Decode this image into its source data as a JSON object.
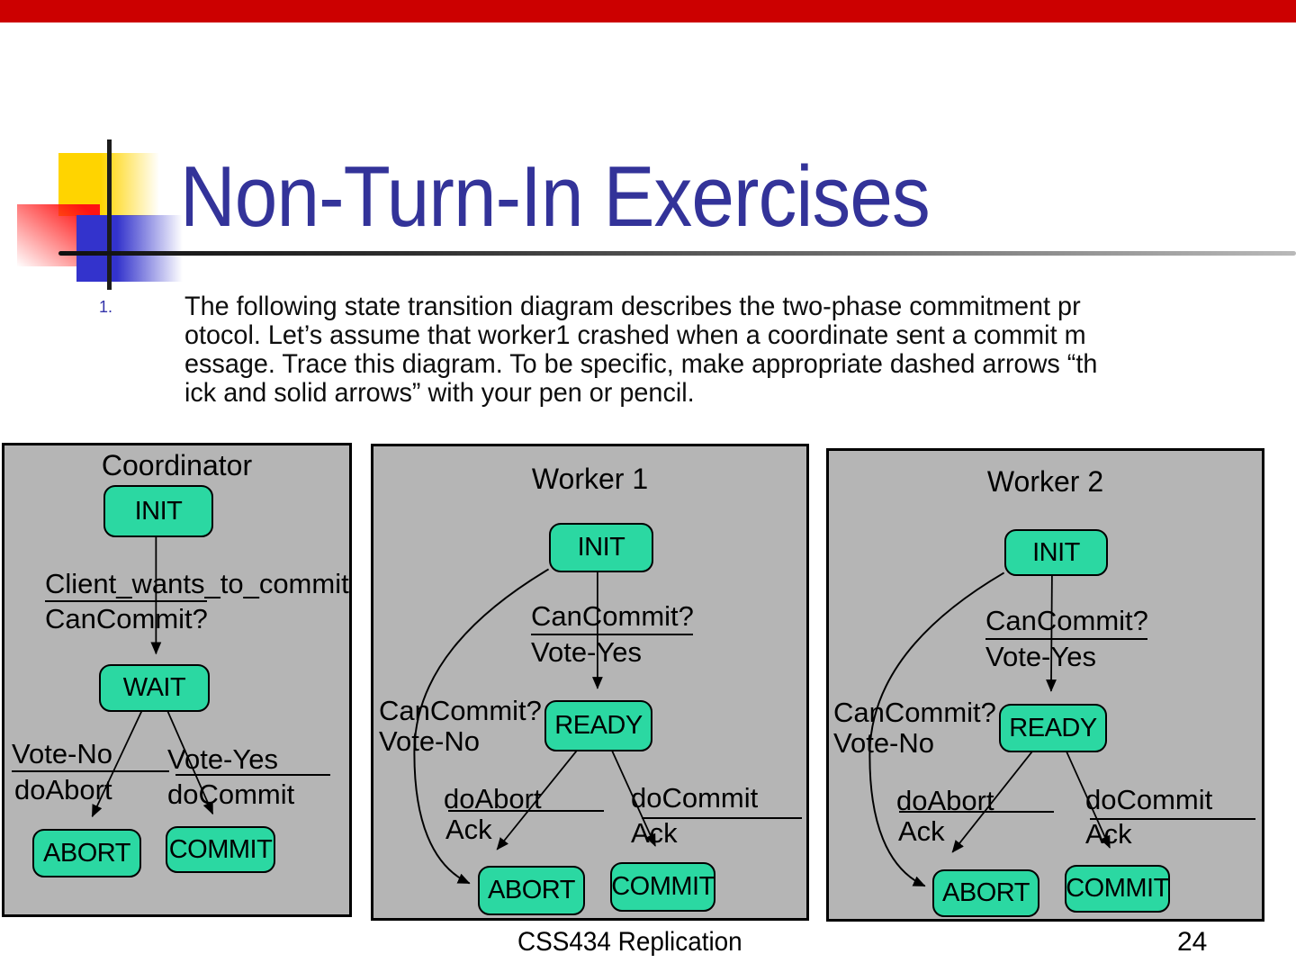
{
  "slide": {
    "title": "Non-Turn-In Exercises",
    "bullet": {
      "number": "1.",
      "lines": [
        "The following state transition diagram describes the two-phase commitment pr",
        "otocol. Let’s assume that worker1 crashed when a coordinate sent a commit m",
        "essage. Trace this diagram. To be specific, make appropriate dashed arrows “th",
        "ick and solid arrows” with your pen or pencil."
      ]
    },
    "footer": {
      "course": "CSS434 Replication",
      "page_number": "24"
    }
  },
  "colors": {
    "top_bar": "#cc0000",
    "title_text": "#333399",
    "state_fill": "#2bd8a2",
    "panel_fill": "#b5b5b5",
    "outline": "#000000",
    "square_yellow": "#ffd400",
    "square_red": "#ff1212",
    "square_blue": "#3333cc"
  },
  "diagrams": [
    {
      "title": "Coordinator",
      "states": {
        "top": "INIT",
        "middle": "WAIT",
        "bottom_left": "ABORT",
        "bottom_right": "COMMIT"
      },
      "labels": {
        "entry_event": "Client_wants_to_commit",
        "entry_action": "CanCommit?",
        "left_event": "Vote-No",
        "left_action": "doAbort",
        "right_event": "Vote-Yes",
        "right_action": "doCommit"
      }
    },
    {
      "title": "Worker 1",
      "states": {
        "top": "INIT",
        "middle": "READY",
        "bottom_left": "ABORT",
        "bottom_right": "COMMIT"
      },
      "labels": {
        "entry_event": "CanCommit?",
        "entry_action": "Vote-Yes",
        "crash_event": "CanCommit?",
        "crash_action": "Vote-No",
        "left_event": "doAbort",
        "left_action": "Ack",
        "right_event": "doCommit",
        "right_action": "Ack"
      }
    },
    {
      "title": "Worker 2",
      "states": {
        "top": "INIT",
        "middle": "READY",
        "bottom_left": "ABORT",
        "bottom_right": "COMMIT"
      },
      "labels": {
        "entry_event": "CanCommit?",
        "entry_action": "Vote-Yes",
        "crash_event": "CanCommit?",
        "crash_action": "Vote-No",
        "left_event": "doAbort",
        "left_action": "Ack",
        "right_event": "doCommit",
        "right_action": "Ack"
      }
    }
  ]
}
